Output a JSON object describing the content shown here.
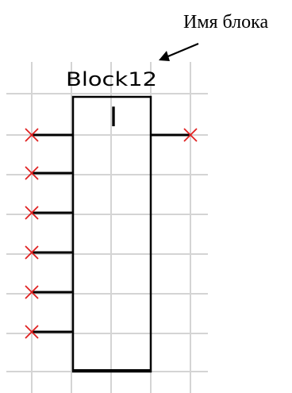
{
  "annotation": {
    "caption": "Имя блока"
  },
  "block": {
    "name": "Block12",
    "operator": "I",
    "input_count": 6,
    "output_count": 1
  },
  "colors": {
    "grid": "#d4d4d4",
    "lines": "#000000",
    "port_marker": "#e02020",
    "background": "#ffffff"
  }
}
